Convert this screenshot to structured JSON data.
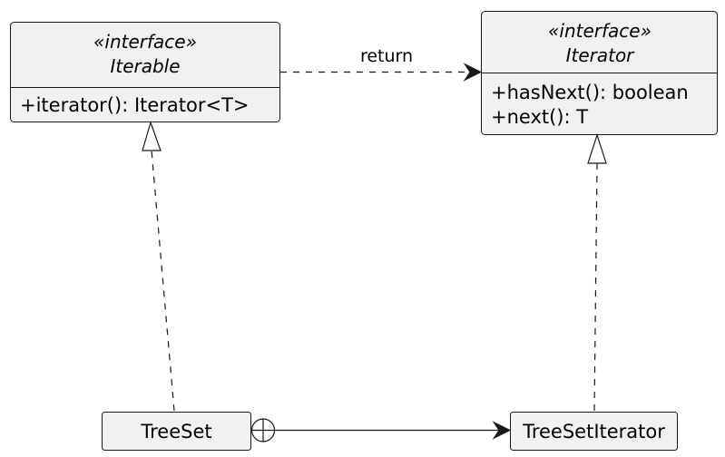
{
  "iterable": {
    "stereotype": "«interface»",
    "name": "Iterable",
    "members": [
      "+iterator(): Iterator<T>"
    ]
  },
  "iterator": {
    "stereotype": "«interface»",
    "name": "Iterator",
    "members": [
      "+hasNext(): boolean",
      "+next(): T"
    ]
  },
  "treeset": {
    "name": "TreeSet"
  },
  "treesetiterator": {
    "name": "TreeSetIterator"
  },
  "relations": {
    "return_label": "return"
  }
}
